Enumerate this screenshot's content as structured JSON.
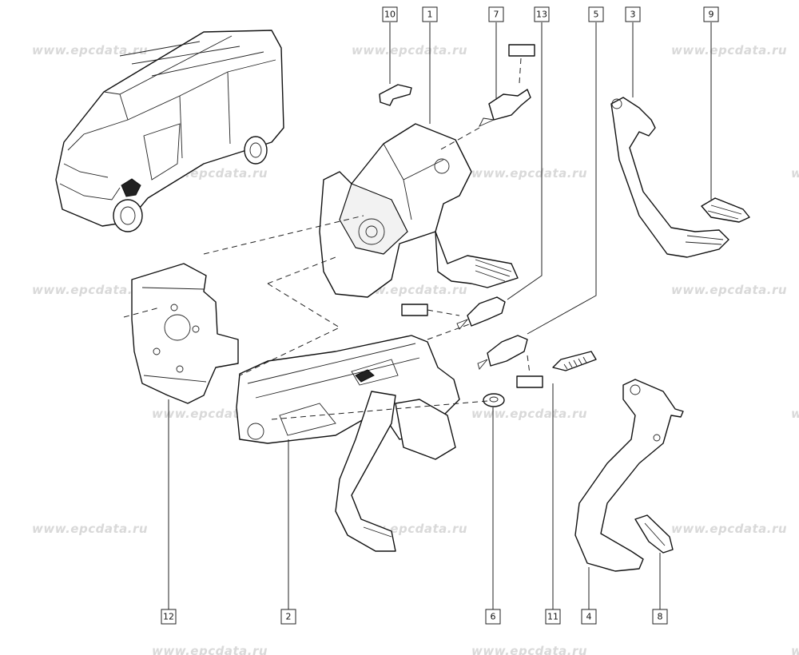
{
  "watermark": {
    "text": "www.epcdata.ru"
  },
  "callouts": [
    {
      "id": "10",
      "label": "10"
    },
    {
      "id": "1",
      "label": "1"
    },
    {
      "id": "7",
      "label": "7"
    },
    {
      "id": "13",
      "label": "13"
    },
    {
      "id": "5",
      "label": "5"
    },
    {
      "id": "3",
      "label": "3"
    },
    {
      "id": "9",
      "label": "9"
    },
    {
      "id": "12",
      "label": "12"
    },
    {
      "id": "2",
      "label": "2"
    },
    {
      "id": "6",
      "label": "6"
    },
    {
      "id": "11",
      "label": "11"
    },
    {
      "id": "4",
      "label": "4"
    },
    {
      "id": "8",
      "label": "8"
    }
  ],
  "colors": {
    "line": "#111111",
    "watermark": "#d9d9d9",
    "background": "#ffffff"
  }
}
